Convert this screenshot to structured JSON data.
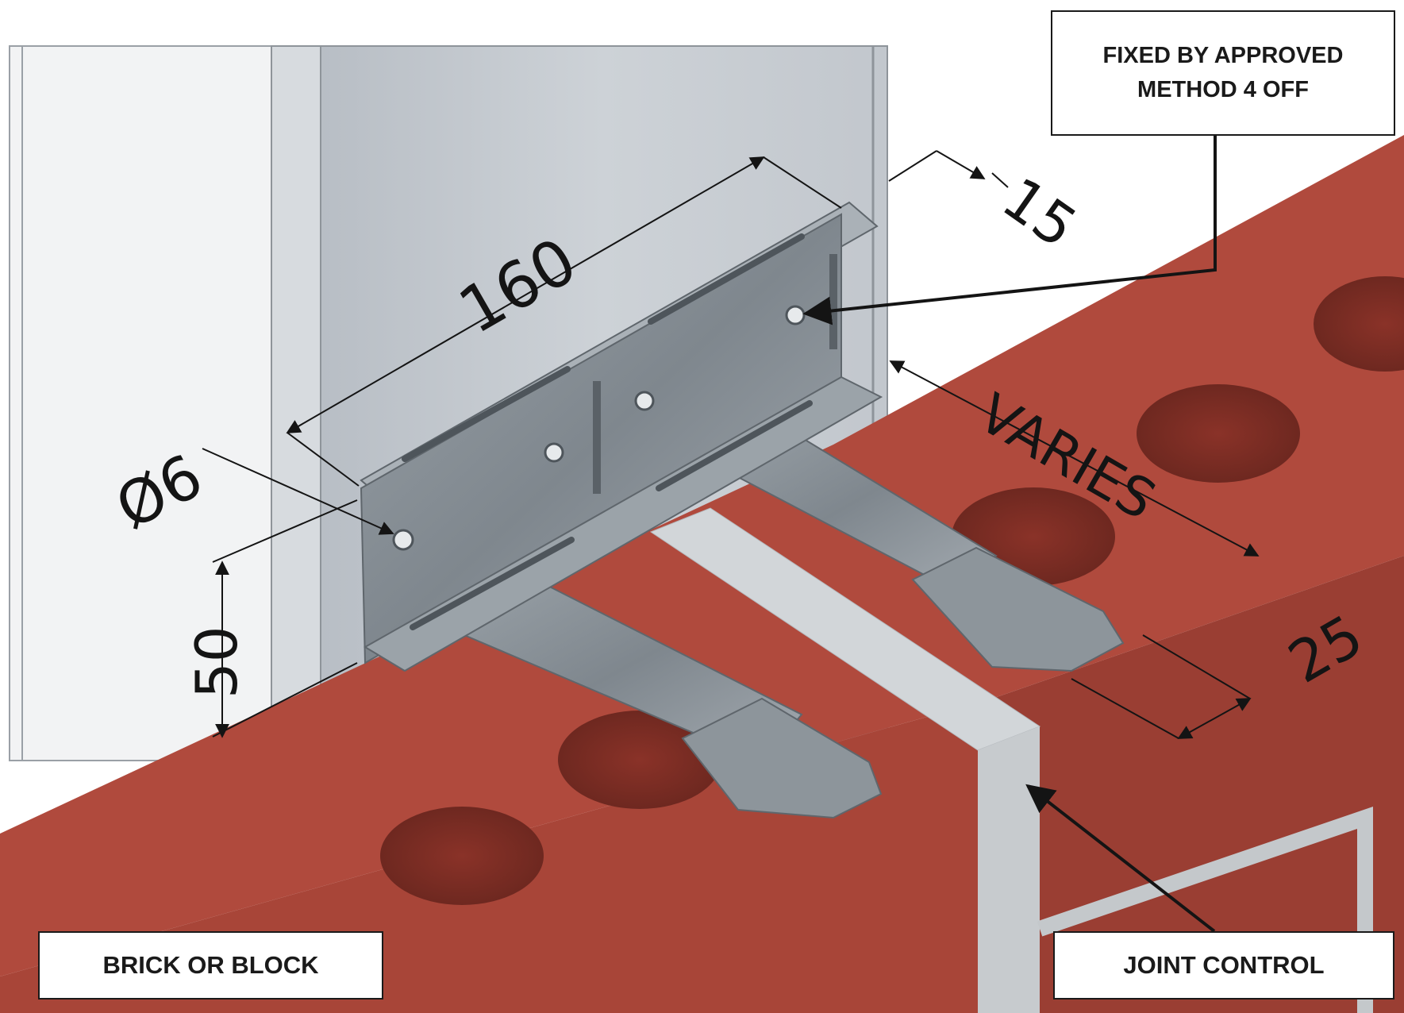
{
  "dimensions": {
    "length": "160",
    "top_offset": "15",
    "hole_diameter": "Ø6",
    "height": "50",
    "projection": "VARIES",
    "edge_distance": "25"
  },
  "callouts": {
    "fixing": "FIXED BY APPROVED METHOD 4 OFF",
    "brick": "BRICK OR BLOCK",
    "joint": "JOINT CONTROL"
  },
  "colors": {
    "brick": "#a8473b",
    "brick_dark": "#7e3027",
    "steel": "#8c959c",
    "wall_panel": "#c8cdd3",
    "mortar_joint": "#cfd3d6",
    "line": "#141414"
  }
}
